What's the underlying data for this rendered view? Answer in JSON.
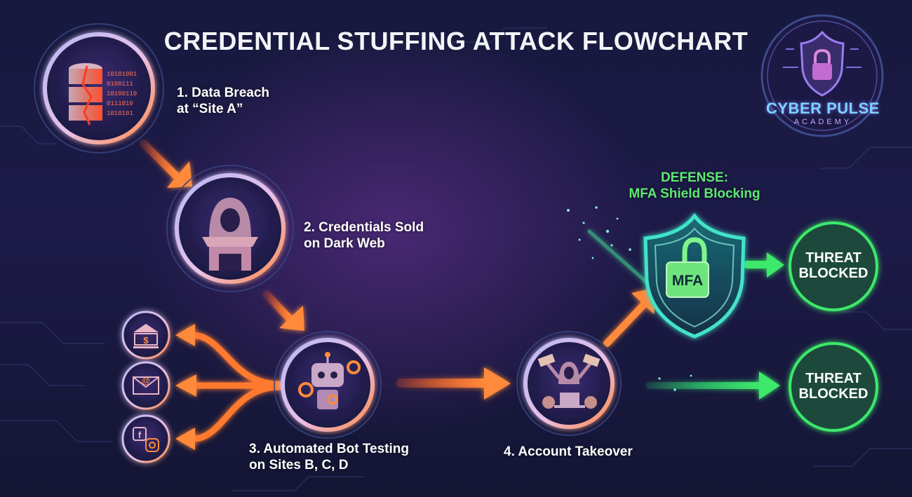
{
  "title": "CREDENTIAL STUFFING ATTACK FLOWCHART",
  "steps": [
    {
      "label_line1": "1. Data Breach",
      "label_line2": "at “Site A”",
      "icon": "database-breach-icon"
    },
    {
      "label_line1": "2. Credentials Sold",
      "label_line2": "on Dark Web",
      "icon": "hooded-hacker-shop-icon"
    },
    {
      "label_line1": "3. Automated Bot Testing",
      "label_line2": "on Sites B, C, D",
      "icon": "robot-gears-icon"
    },
    {
      "label_line1": "4. Account Takeover",
      "label_line2": "",
      "icon": "hacker-money-icon"
    }
  ],
  "target_sites": [
    "bank-icon",
    "email-icon",
    "social-media-icon"
  ],
  "target_site_glyphs": {
    "bank": "$",
    "email": "@",
    "social": "f"
  },
  "defense": {
    "line1": "DEFENSE:",
    "line2": "MFA Shield Blocking",
    "shield_text": "MFA",
    "icon": "shield-lock-icon"
  },
  "outcomes": [
    {
      "line1": "THREAT",
      "line2": "BLOCKED"
    },
    {
      "line1": "THREAT",
      "line2": "BLOCKED"
    }
  ],
  "brand": {
    "name": "CYBER PULSE",
    "sub": "ACADEMY",
    "icon": "shield-lock-circuit-icon"
  },
  "colors": {
    "background": "#17193d",
    "attack": "#ff7a2f",
    "defense": "#3ee86a",
    "ring": "#c7c7f0"
  }
}
